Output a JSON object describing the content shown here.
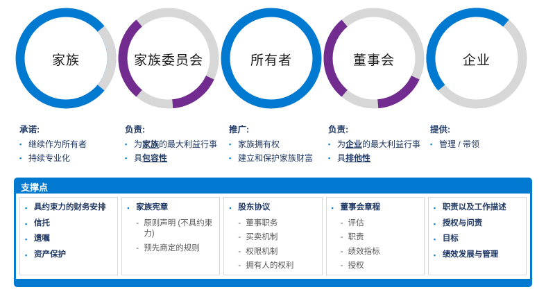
{
  "rings": [
    {
      "label": "家族"
    },
    {
      "label": "家族委员会"
    },
    {
      "label": "所有者"
    },
    {
      "label": "董事会"
    },
    {
      "label": "企业"
    }
  ],
  "columns": [
    {
      "header": "承诺:",
      "items": [
        {
          "pre": "继续作为所有者",
          "em": "",
          "post": ""
        },
        {
          "pre": "持续专业化",
          "em": "",
          "post": ""
        }
      ]
    },
    {
      "header": "负责:",
      "items": [
        {
          "pre": "为",
          "em": "家族",
          "post": "的最大利益行事"
        },
        {
          "pre": "具",
          "em": "包容性",
          "post": ""
        }
      ]
    },
    {
      "header": "推广:",
      "items": [
        {
          "pre": "家族拥有权",
          "em": "",
          "post": ""
        },
        {
          "pre": "建立和保护家族财富",
          "em": "",
          "post": ""
        }
      ]
    },
    {
      "header": "负责:",
      "items": [
        {
          "pre": "为",
          "em": "企业",
          "post": "的最大利益行事"
        },
        {
          "pre": "具",
          "em": "排他性",
          "post": ""
        }
      ]
    },
    {
      "header": "提供:",
      "items": [
        {
          "pre": "管理 / 带领",
          "em": "",
          "post": ""
        }
      ]
    }
  ],
  "support": {
    "title": "支撑点",
    "cards": [
      {
        "bullets": [
          "具约束力的财务安排",
          "信托",
          "遗嘱",
          "资产保护"
        ],
        "subs": []
      },
      {
        "bullets": [
          "家族宪章"
        ],
        "subs": [
          "原则声明 (不具约束力)",
          "预先商定的规则"
        ]
      },
      {
        "bullets": [
          "股东协议"
        ],
        "subs": [
          "董事职务",
          "买卖机制",
          "权限机制",
          "拥有人的权利"
        ]
      },
      {
        "bullets": [
          "董事会章程"
        ],
        "subs": [
          "评估",
          "职责",
          "绩效指标",
          "授权"
        ]
      },
      {
        "bullets": [
          "职责以及工作描述",
          "授权与问责",
          "目标",
          "绩效发展与管理"
        ],
        "subs": []
      }
    ]
  },
  "icons": {
    "square_bullet": "▪",
    "dash_bullet": "-"
  },
  "colors": {
    "blue": "#0079D1",
    "purple": "#722B8E",
    "gray": "#D7D7D7",
    "navy": "#1F3864",
    "sub_gray": "#595959"
  }
}
